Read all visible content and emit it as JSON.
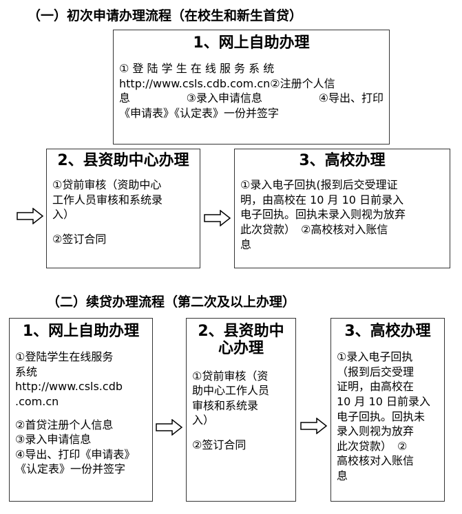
{
  "section1": {
    "heading": "（一）初次申请办理流程（在校生和新生首贷）",
    "box1": {
      "title": "1、网上自助办理",
      "line1": "① 登 陆 学 生 在 线 服 务 系 统",
      "line2": "http://www.csls.cdb.com.cn②注册个人信",
      "line3a": "息",
      "line3b": "③录入申请信息",
      "line3c": "④导出、打印",
      "line4": "《申请表》《认定表》一份并签字"
    },
    "box2": {
      "title": "2、县资助中心办理",
      "lines": [
        "①贷前审核（资助中心",
        "工作人员审核和系统录",
        "入）"
      ],
      "step2": "②签订合同"
    },
    "box3": {
      "title": "3、高校办理",
      "lines": [
        "①录入电子回执(报到后交受理证",
        "明，由高校在 10 月 10 日前录入",
        "电子回执。回执未录入则视为放弃",
        "此次贷款）　②高校核对入账信",
        "息"
      ]
    }
  },
  "section2": {
    "heading": "（二）续贷办理流程（第二次及以上办理）",
    "box1": {
      "title": "1、网上自助办理",
      "lines": [
        "①登陆学生在线服务",
        "系统",
        "http://www.csls.cdb",
        ".com.cn"
      ],
      "lines2": [
        "②首贷注册个人信息",
        "③录入申请信息",
        "④导出、打印《申请表》",
        "《认定表》一份并签字"
      ]
    },
    "box2": {
      "title1": "2、县资助中",
      "title2": "心办理",
      "lines": [
        "①贷前审核（资",
        "助中心工作人员",
        "审核和系统录",
        "入）"
      ],
      "step2": "②签订合同"
    },
    "box3": {
      "title": "3、高校办理",
      "lines": [
        "①录入电子回执",
        "（报到后交受理",
        "证明，由高校在",
        "10 月 10 日前录入",
        "电子回执。回执未",
        "录入则视为放弃",
        "此次贷款）　②",
        "高校核对入账信",
        "息"
      ]
    }
  }
}
